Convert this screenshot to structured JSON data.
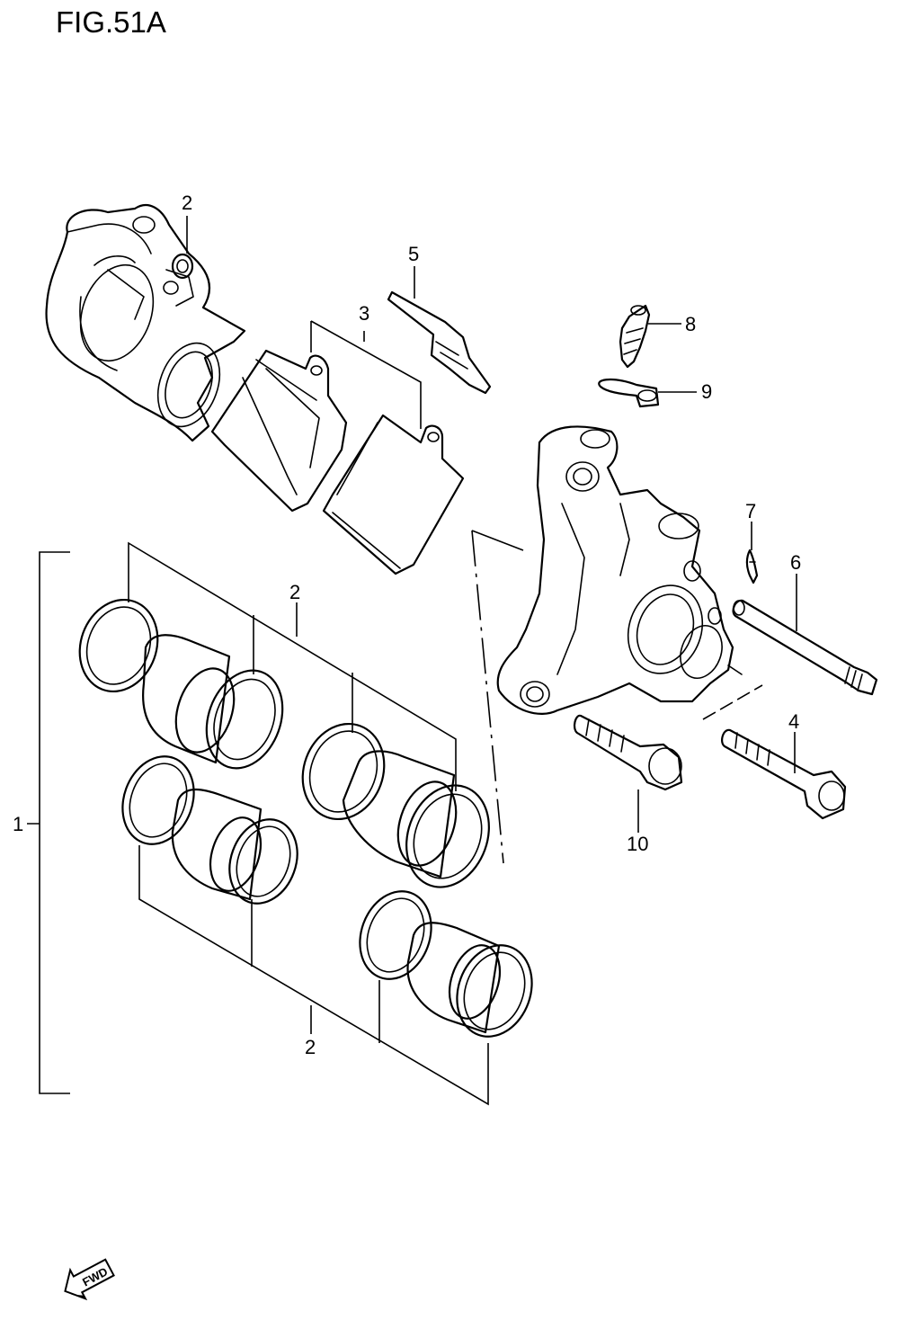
{
  "figure": {
    "title": "FIG.51A"
  },
  "callouts": {
    "c1": "1",
    "c2_top": "2",
    "c2_mid": "2",
    "c2_bottom": "2",
    "c3": "3",
    "c4": "4",
    "c5": "5",
    "c6": "6",
    "c7": "7",
    "c8": "8",
    "c9": "9",
    "c10": "10"
  },
  "direction_badge": {
    "label": "FWD",
    "icon": "fwd-arrow-icon"
  },
  "colors": {
    "line": "#000000",
    "background": "#ffffff"
  }
}
